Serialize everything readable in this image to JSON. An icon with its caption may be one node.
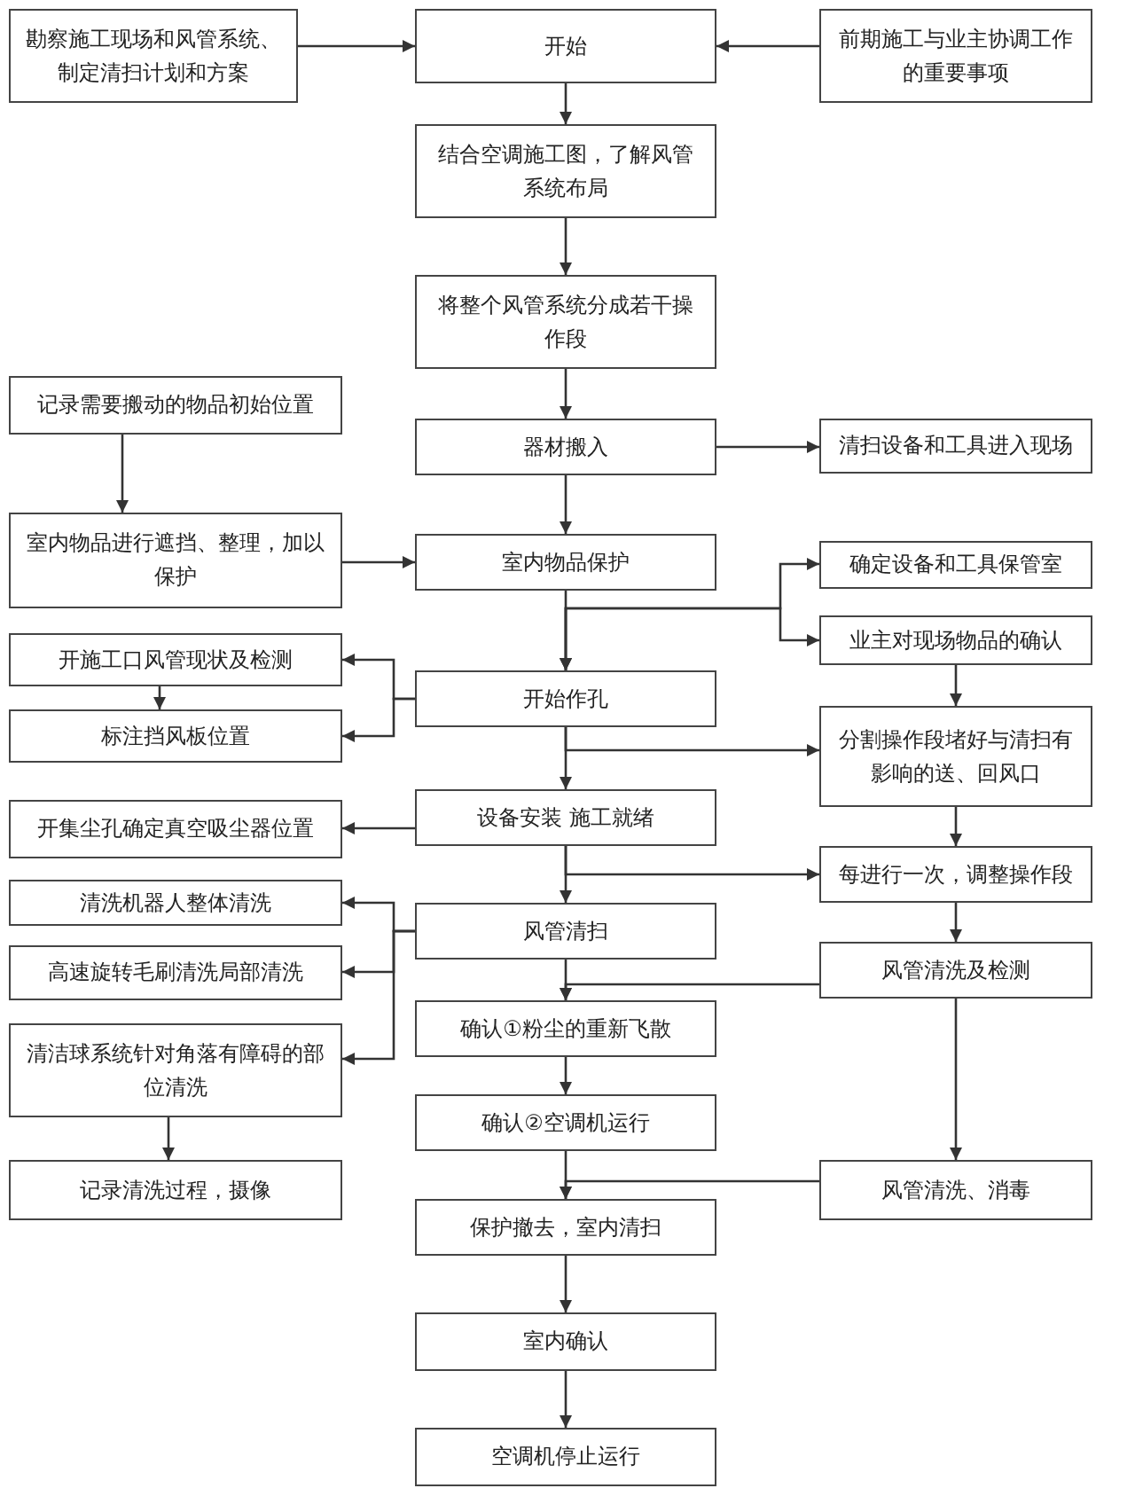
{
  "diagram": {
    "nodes": [
      {
        "text": [
          "勘察施工现场和风管系统、制定清扫计划和方案"
        ]
      },
      {
        "text": [
          "开始"
        ]
      },
      {
        "text": [
          "前期施工与业主协调工作的重要事项"
        ]
      },
      {
        "text": [
          "结合空调施工图，了解风管系统布局"
        ]
      },
      {
        "text": [
          "将整个风管系统分成若干操作段"
        ]
      },
      {
        "text": [
          "记录需要搬动的物品初始位置"
        ]
      },
      {
        "text": [
          "器材搬入"
        ]
      },
      {
        "text": [
          "清扫设备和工具进入现场"
        ]
      },
      {
        "text": [
          "室内物品进行遮挡、整理，加以保护"
        ]
      },
      {
        "text": [
          "室内物品保护"
        ]
      },
      {
        "text": [
          "确定设备和工具保管室"
        ]
      },
      {
        "text": [
          "业主对现场物品的确认"
        ]
      },
      {
        "text": [
          "开施工口风管现状及检测"
        ]
      },
      {
        "text": [
          "开始作孔"
        ]
      },
      {
        "text": [
          "标注挡风板位置"
        ]
      },
      {
        "text": [
          "分割操作段堵好与清扫有影响的送、回风口"
        ]
      },
      {
        "text": [
          "开集尘孔确定真空吸尘器位置"
        ]
      },
      {
        "text": [
          "设备安装 施工就绪"
        ]
      },
      {
        "text": [
          "每进行一次，调整操作段"
        ]
      },
      {
        "text": [
          "清洗机器人整体清洗"
        ]
      },
      {
        "text": [
          "风管清扫"
        ]
      },
      {
        "text": [
          "高速旋转毛刷清洗局部清洗"
        ]
      },
      {
        "text": [
          "风管清洗及检测"
        ]
      },
      {
        "text": [
          "清洁球系统针对角落有障碍的部位清洗"
        ]
      },
      {
        "text": [
          "确认①粉尘的重新飞散"
        ]
      },
      {
        "text": [
          "确认②空调机运行"
        ]
      },
      {
        "text": [
          "记录清洗过程，摄像"
        ]
      },
      {
        "text": [
          "风管清洗、消毒"
        ]
      },
      {
        "text": [
          "保护撤去，室内清扫"
        ]
      },
      {
        "text": [
          "室内确认"
        ]
      },
      {
        "text": [
          "空调机停止运行"
        ]
      }
    ],
    "edges": [
      {
        "from": 0,
        "to": 1,
        "arrow": "to"
      },
      {
        "from": 2,
        "to": 1,
        "arrow": "to"
      },
      {
        "from": 1,
        "to": 3,
        "arrow": "to"
      },
      {
        "from": 3,
        "to": 4,
        "arrow": "to"
      },
      {
        "from": 4,
        "to": 6,
        "arrow": "to"
      },
      {
        "from": 6,
        "to": 7,
        "arrow": "to"
      },
      {
        "from": 6,
        "to": 9,
        "arrow": "to"
      },
      {
        "from": 5,
        "to": 8,
        "arrow": "to"
      },
      {
        "from": 8,
        "to": 9,
        "arrow": "to"
      },
      {
        "from": 9,
        "to": 13,
        "arrow": "to"
      },
      {
        "from": 10,
        "to": 13,
        "arrow": "both"
      },
      {
        "from": 11,
        "to": 13,
        "arrow": "both"
      },
      {
        "from": 11,
        "to": 15,
        "arrow": "to"
      },
      {
        "from": 13,
        "to": 12,
        "arrow": "to"
      },
      {
        "from": 13,
        "to": 14,
        "arrow": "to"
      },
      {
        "from": 12,
        "to": 14,
        "arrow": "to"
      },
      {
        "from": 13,
        "to": 15,
        "arrow": "to"
      },
      {
        "from": 13,
        "to": 17,
        "arrow": "to"
      },
      {
        "from": 15,
        "to": 18,
        "arrow": "to"
      },
      {
        "from": 17,
        "to": 16,
        "arrow": "to"
      },
      {
        "from": 17,
        "to": 18,
        "arrow": "to"
      },
      {
        "from": 17,
        "to": 20,
        "arrow": "to"
      },
      {
        "from": 18,
        "to": 22,
        "arrow": "to"
      },
      {
        "from": 20,
        "to": 19,
        "arrow": "to"
      },
      {
        "from": 20,
        "to": 21,
        "arrow": "to"
      },
      {
        "from": 20,
        "to": 23,
        "arrow": "to"
      },
      {
        "from": 20,
        "to": 24,
        "arrow": "to"
      },
      {
        "from": 22,
        "to": 24,
        "arrow": "to"
      },
      {
        "from": 24,
        "to": 25,
        "arrow": "to"
      },
      {
        "from": 23,
        "to": 26,
        "arrow": "to"
      },
      {
        "from": 22,
        "to": 27,
        "arrow": "to"
      },
      {
        "from": 25,
        "to": 28,
        "arrow": "to"
      },
      {
        "from": 27,
        "to": 28,
        "arrow": "to"
      },
      {
        "from": 28,
        "to": 29,
        "arrow": "to"
      },
      {
        "from": 29,
        "to": 30,
        "arrow": "to"
      }
    ]
  }
}
